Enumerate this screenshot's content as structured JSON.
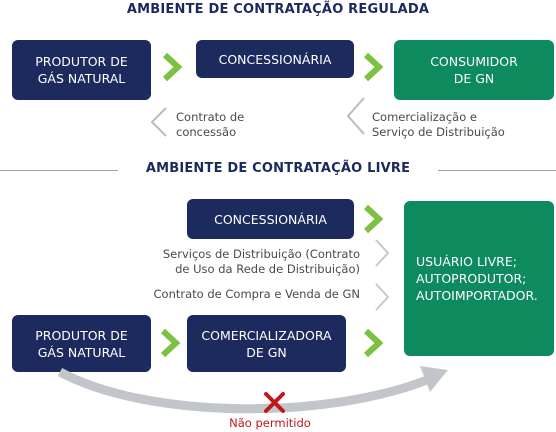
{
  "regulated": {
    "title": "AMBIENTE DE CONTRATAÇÃO REGULADA",
    "producer": "PRODUTOR DE\nGÁS NATURAL",
    "concessionaire": "CONCESSIONÁRIA",
    "consumer": "CONSUMIDOR\nDE GN",
    "note_concession": "Contrato de\nconcessão",
    "note_distribution": "Comercialização e\nServiço de Distribuição"
  },
  "free": {
    "title": "AMBIENTE DE CONTRATAÇÃO LIVRE",
    "concessionaire": "CONCESSIONÁRIA",
    "free_users": "USUÁRIO LIVRE;\nAUTOPRODUTOR;\nAUTOIMPORTADOR.",
    "note_distribution_services": "Serviços de Distribuição (Contrato\nde Uso da Rede de Distribuição)",
    "note_purchase": "Contrato de Compra e Venda de GN",
    "producer": "PRODUTOR DE\nGÁS NATURAL",
    "marketer": "COMERCIALIZADORA\nDE GN",
    "not_allowed": "Não permitido"
  },
  "colors": {
    "navy": "#1c2a5e",
    "green": "#0e8a5f",
    "chevron": "#7cc142",
    "forbidden": "#c3161c"
  },
  "icons": {
    "flow_arrow": "chevron-right-icon",
    "forbidden_mark": "x-mark-icon"
  }
}
